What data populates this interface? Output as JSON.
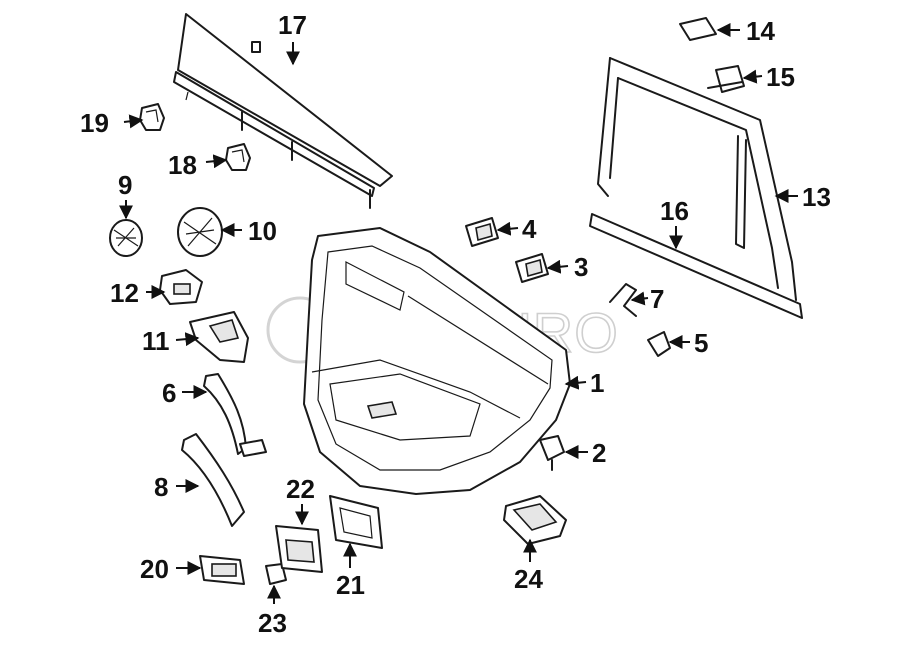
{
  "watermark": {
    "text": "FCPEURO"
  },
  "callouts": [
    {
      "id": "1",
      "label": "1"
    },
    {
      "id": "2",
      "label": "2"
    },
    {
      "id": "3",
      "label": "3"
    },
    {
      "id": "4",
      "label": "4"
    },
    {
      "id": "5",
      "label": "5"
    },
    {
      "id": "6",
      "label": "6"
    },
    {
      "id": "7",
      "label": "7"
    },
    {
      "id": "8",
      "label": "8"
    },
    {
      "id": "9",
      "label": "9"
    },
    {
      "id": "10",
      "label": "10"
    },
    {
      "id": "11",
      "label": "11"
    },
    {
      "id": "12",
      "label": "12"
    },
    {
      "id": "13",
      "label": "13"
    },
    {
      "id": "14",
      "label": "14"
    },
    {
      "id": "15",
      "label": "15"
    },
    {
      "id": "16",
      "label": "16"
    },
    {
      "id": "17",
      "label": "17"
    },
    {
      "id": "18",
      "label": "18"
    },
    {
      "id": "19",
      "label": "19"
    },
    {
      "id": "20",
      "label": "20"
    },
    {
      "id": "21",
      "label": "21"
    },
    {
      "id": "22",
      "label": "22"
    },
    {
      "id": "23",
      "label": "23"
    },
    {
      "id": "24",
      "label": "24"
    }
  ]
}
